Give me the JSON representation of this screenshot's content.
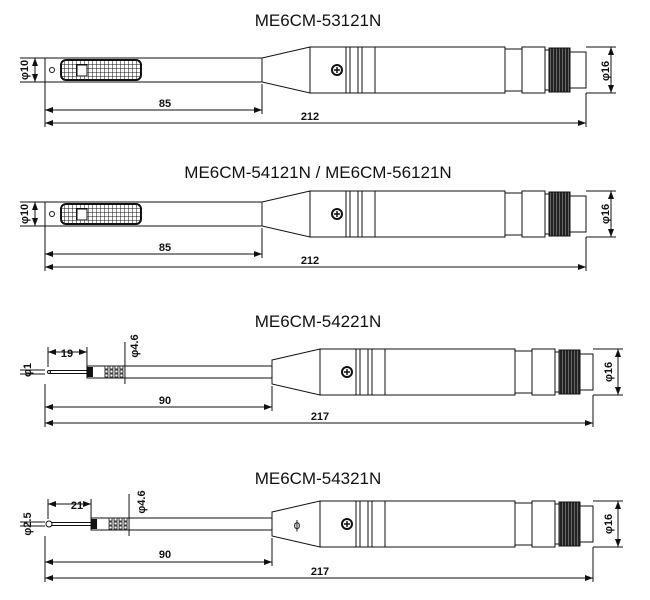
{
  "drawings": [
    {
      "model": "ME6CM-53121N",
      "stem_diameter": "φ10",
      "body_diameter": "φ16",
      "probe_length": "85",
      "total_length": "212"
    },
    {
      "model": "ME6CM-54121N / ME6CM-56121N",
      "stem_diameter": "φ10",
      "body_diameter": "φ16",
      "probe_length": "85",
      "total_length": "212"
    },
    {
      "model": "ME6CM-54221N",
      "tip_diameter": "φ1",
      "tip_length": "19",
      "sensor_diameter": "φ4.6",
      "body_diameter": "φ16",
      "probe_length": "90",
      "total_length": "217"
    },
    {
      "model": "ME6CM-54321N",
      "tip_diameter": "φ2.5",
      "tip_length": "21",
      "sensor_diameter": "φ4.6",
      "body_diameter": "φ16",
      "probe_length": "90",
      "total_length": "217"
    }
  ]
}
